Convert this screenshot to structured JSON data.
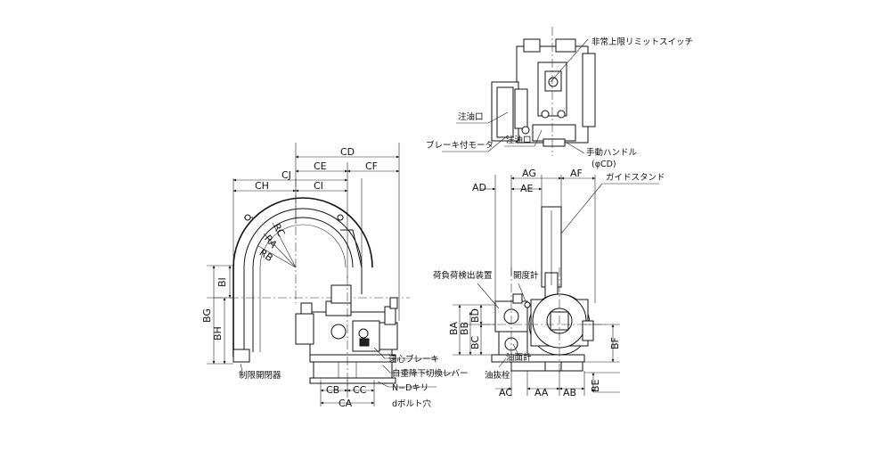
{
  "callouts": {
    "emergency_limit_switch": "非常上限リミットスイッチ",
    "oil_port_left": "注油口",
    "oil_port_right": "注油口",
    "brake_motor": "ブレーキ付モータ",
    "manual_handle": "手動ハンドル",
    "manual_handle_dim": "(φCD)",
    "guide_stand": "ガイドスタンド",
    "overload_detector": "荷負荷検出装置",
    "opening_gauge": "開度計",
    "oil_gauge": "油面計",
    "drain_plug": "油抜栓",
    "limit_switch_device": "制限開閉器",
    "centrifugal_brake": "遠心ブレーキ",
    "switch_lever": "自重降下切換レバー",
    "n_d_holes": "N−Dキリ",
    "d_bolt_holes": "dボルト穴"
  },
  "dimensions": {
    "CD": "CD",
    "CE": "CE",
    "CF": "CF",
    "CJ": "CJ",
    "CH": "CH",
    "CI": "CI",
    "RC": "RC",
    "RA": "RA",
    "RB": "RB",
    "BI": "BI",
    "BG": "BG",
    "BH": "BH",
    "CB": "CB",
    "CC": "CC",
    "CA": "CA",
    "AD": "AD",
    "AG": "AG",
    "AE": "AE",
    "AF": "AF",
    "BA": "BA",
    "BB": "BB",
    "BD": "BD",
    "BC": "BC",
    "BF": "BF",
    "BE": "BE",
    "AC": "AC",
    "AA": "AA",
    "AB": "AB"
  }
}
